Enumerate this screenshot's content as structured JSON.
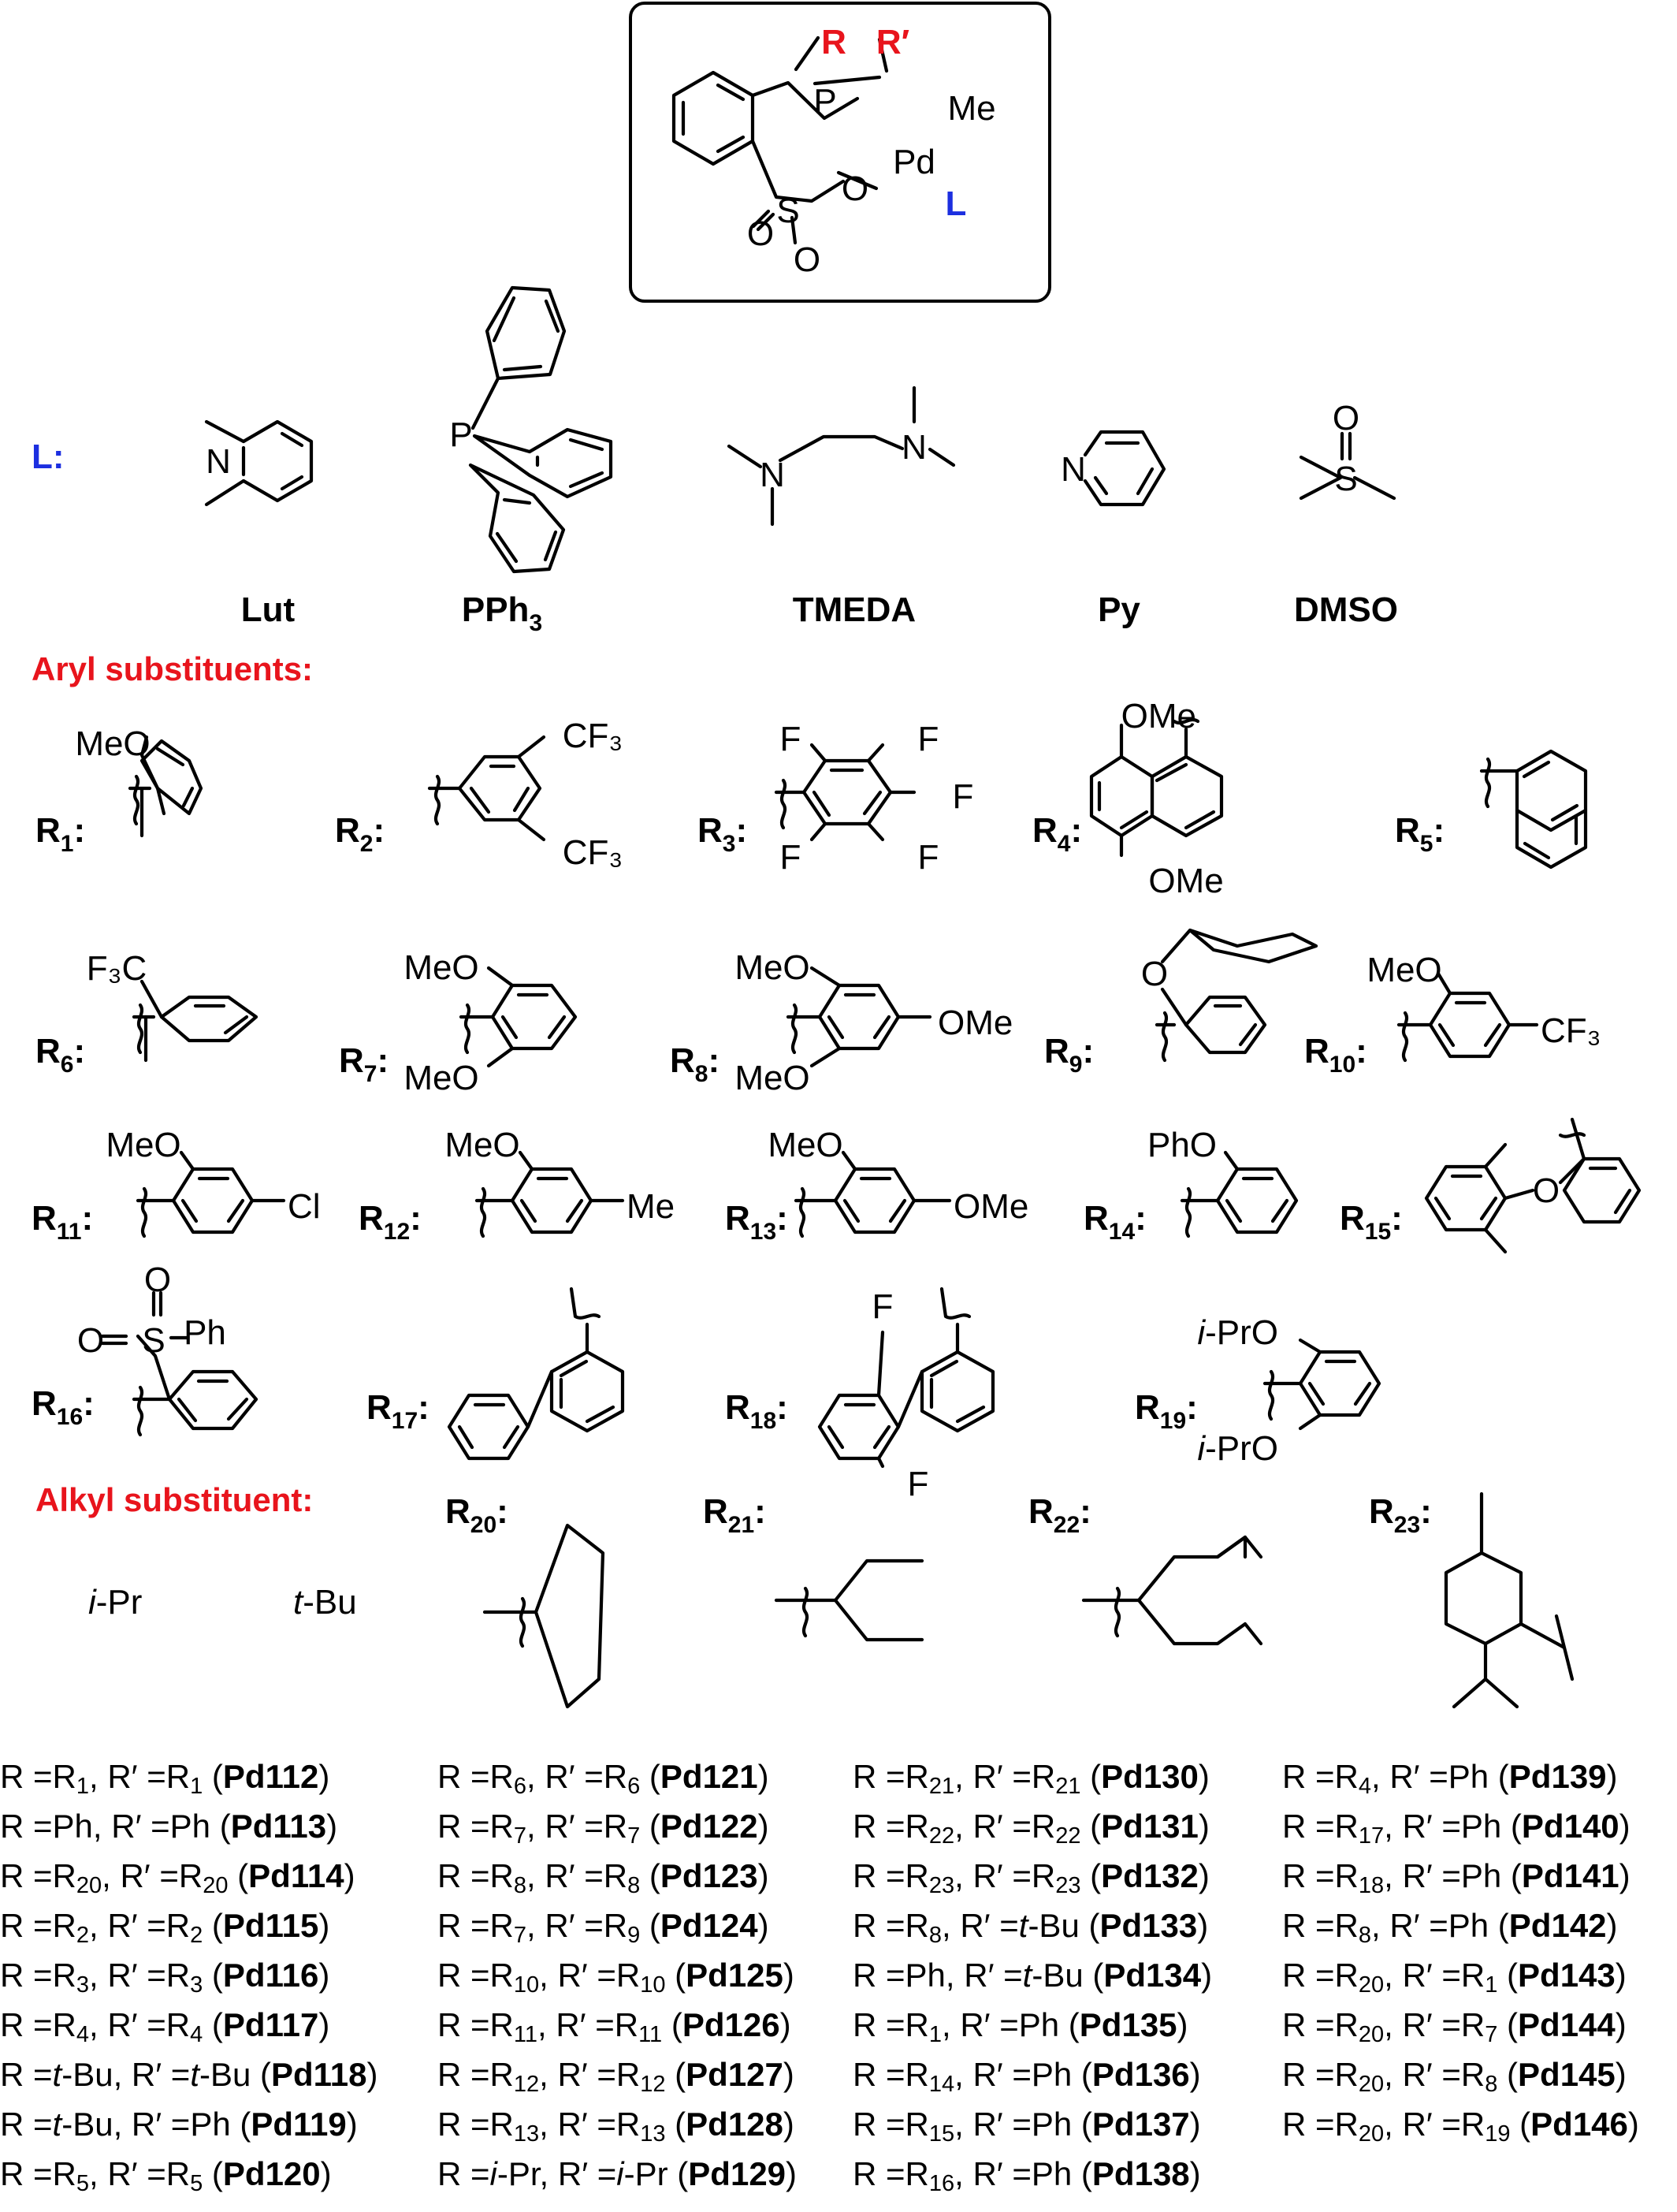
{
  "figure": {
    "complex": {
      "atoms": {
        "P": "P",
        "Pd": "Pd",
        "Me": "Me",
        "L": "L",
        "S": "S",
        "O": "O",
        "R": "R",
        "R_prime": "R′"
      },
      "colors": {
        "R": "#e8141c",
        "L": "#1c2fe0"
      }
    },
    "ligand_row": {
      "prefix": "L:",
      "ligands": [
        {
          "name": "Lut",
          "atoms": [
            "N"
          ]
        },
        {
          "name": "PPh",
          "subscript": "3",
          "atoms": [
            "P"
          ]
        },
        {
          "name": "TMEDA",
          "atoms": [
            "N",
            "N"
          ]
        },
        {
          "name": "Py",
          "atoms": [
            "N"
          ]
        },
        {
          "name": "DMSO",
          "atoms": [
            "S",
            "O"
          ]
        }
      ]
    },
    "headings": {
      "aryl": "Aryl substituents:",
      "alkyl": "Alkyl substituent:"
    },
    "heading_color": "#e8141c",
    "aryl_substituents": [
      {
        "label": "R",
        "index": "1",
        "groups": [
          "MeO"
        ]
      },
      {
        "label": "R",
        "index": "2",
        "groups": [
          "CF₃",
          "CF₃"
        ]
      },
      {
        "label": "R",
        "index": "3",
        "groups": [
          "F",
          "F",
          "F",
          "F",
          "F"
        ]
      },
      {
        "label": "R",
        "index": "4",
        "groups": [
          "OMe",
          "OMe"
        ]
      },
      {
        "label": "R",
        "index": "5",
        "groups": []
      },
      {
        "label": "R",
        "index": "6",
        "groups": [
          "F₃C"
        ]
      },
      {
        "label": "R",
        "index": "7",
        "groups": [
          "MeO",
          "MeO"
        ]
      },
      {
        "label": "R",
        "index": "8",
        "groups": [
          "MeO",
          "OMe",
          "MeO"
        ]
      },
      {
        "label": "R",
        "index": "9",
        "groups": [
          "O"
        ]
      },
      {
        "label": "R",
        "index": "10",
        "groups": [
          "MeO",
          "CF₃"
        ]
      },
      {
        "label": "R",
        "index": "11",
        "groups": [
          "MeO",
          "Cl"
        ]
      },
      {
        "label": "R",
        "index": "12",
        "groups": [
          "MeO",
          "Me"
        ]
      },
      {
        "label": "R",
        "index": "13",
        "groups": [
          "MeO",
          "OMe"
        ]
      },
      {
        "label": "R",
        "index": "14",
        "groups": [
          "PhO"
        ]
      },
      {
        "label": "R",
        "index": "15",
        "groups": [
          "O"
        ]
      },
      {
        "label": "R",
        "index": "16",
        "groups": [
          "O",
          "O",
          "S",
          "Ph"
        ]
      },
      {
        "label": "R",
        "index": "17",
        "groups": []
      },
      {
        "label": "R",
        "index": "18",
        "groups": [
          "F",
          "F"
        ]
      },
      {
        "label": "R",
        "index": "19",
        "groups": [
          "i-PrO",
          "i-PrO"
        ]
      }
    ],
    "alkyl_substituents": {
      "plain": [
        "i-Pr",
        "t-Bu"
      ],
      "drawn": [
        {
          "label": "R",
          "index": "20"
        },
        {
          "label": "R",
          "index": "21"
        },
        {
          "label": "R",
          "index": "22"
        },
        {
          "label": "R",
          "index": "23"
        }
      ]
    }
  },
  "compound_list": [
    [
      {
        "r": "R1",
        "rp": "R1",
        "code": "Pd112"
      },
      {
        "r": "Ph",
        "rp": "Ph",
        "code": "Pd113"
      },
      {
        "r": "R20",
        "rp": "R20",
        "code": "Pd114"
      },
      {
        "r": "R2",
        "rp": "R2",
        "code": "Pd115"
      },
      {
        "r": "R3",
        "rp": "R3",
        "code": "Pd116"
      },
      {
        "r": "R4",
        "rp": "R4",
        "code": "Pd117"
      },
      {
        "r": "t-Bu",
        "rp": "t-Bu",
        "code": "Pd118"
      },
      {
        "r": "t-Bu",
        "rp": "Ph",
        "code": "Pd119"
      },
      {
        "r": "R5",
        "rp": "R5",
        "code": "Pd120"
      }
    ],
    [
      {
        "r": "R6",
        "rp": "R6",
        "code": "Pd121"
      },
      {
        "r": "R7",
        "rp": "R7",
        "code": "Pd122"
      },
      {
        "r": "R8",
        "rp": "R8",
        "code": "Pd123"
      },
      {
        "r": "R7",
        "rp": "R9",
        "code": "Pd124"
      },
      {
        "r": "R10",
        "rp": "R10",
        "code": "Pd125"
      },
      {
        "r": "R11",
        "rp": "R11",
        "code": "Pd126"
      },
      {
        "r": "R12",
        "rp": "R12",
        "code": "Pd127"
      },
      {
        "r": "R13",
        "rp": "R13",
        "code": "Pd128"
      },
      {
        "r": "i-Pr",
        "rp": "i-Pr",
        "code": "Pd129"
      }
    ],
    [
      {
        "r": "R21",
        "rp": "R21",
        "code": "Pd130"
      },
      {
        "r": "R22",
        "rp": "R22",
        "code": "Pd131"
      },
      {
        "r": "R23",
        "rp": "R23",
        "code": "Pd132"
      },
      {
        "r": "R8",
        "rp": "t-Bu",
        "code": "Pd133"
      },
      {
        "r": "Ph",
        "rp": "t-Bu",
        "code": "Pd134"
      },
      {
        "r": "R1",
        "rp": "Ph",
        "code": "Pd135"
      },
      {
        "r": "R14",
        "rp": "Ph",
        "code": "Pd136"
      },
      {
        "r": "R15",
        "rp": "Ph",
        "code": "Pd137"
      },
      {
        "r": "R16",
        "rp": "Ph",
        "code": "Pd138"
      }
    ],
    [
      {
        "r": "R4",
        "rp": "Ph",
        "code": "Pd139"
      },
      {
        "r": "R17",
        "rp": "Ph",
        "code": "Pd140"
      },
      {
        "r": "R18",
        "rp": "Ph",
        "code": "Pd141"
      },
      {
        "r": "R8",
        "rp": "Ph",
        "code": "Pd142"
      },
      {
        "r": "R20",
        "rp": "R1",
        "code": "Pd143"
      },
      {
        "r": "R20",
        "rp": "R7",
        "code": "Pd144"
      },
      {
        "r": "R20",
        "rp": "R8",
        "code": "Pd145"
      },
      {
        "r": "R20",
        "rp": "R19",
        "code": "Pd146"
      }
    ]
  ]
}
